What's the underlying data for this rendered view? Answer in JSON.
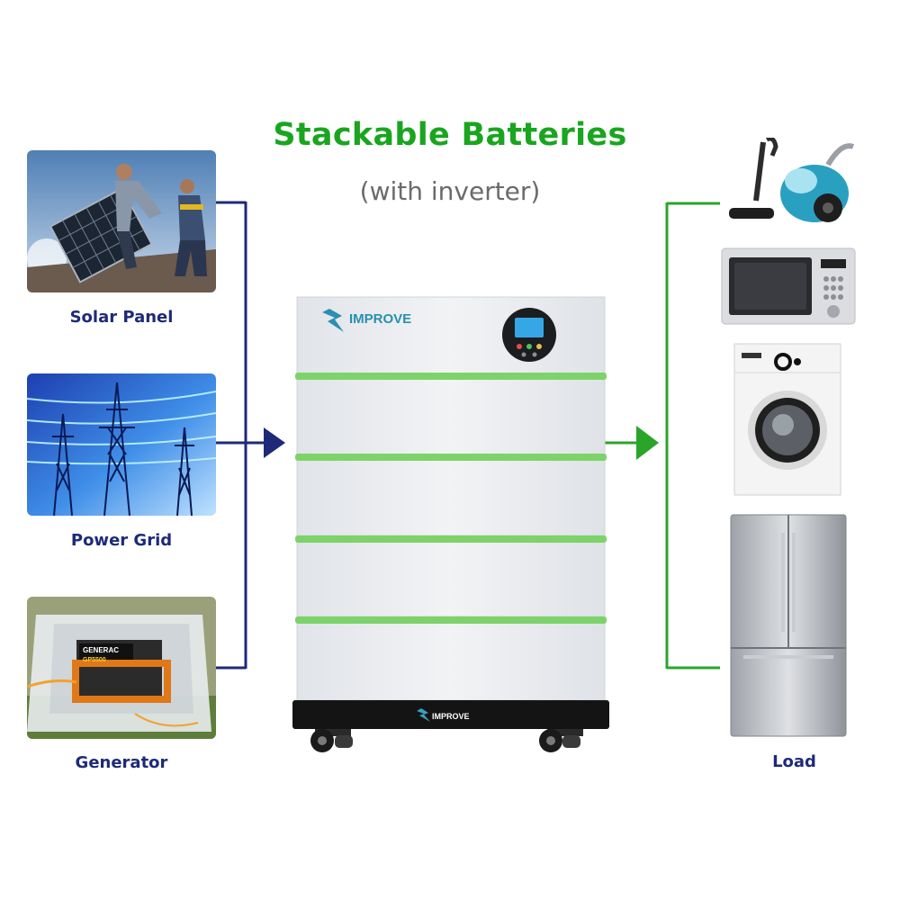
{
  "title": "Stackable Batteries",
  "subtitle": "(with inverter)",
  "sources": [
    {
      "label": "Solar Panel",
      "icon": "solar-panel-photo"
    },
    {
      "label": "Power Grid",
      "icon": "power-grid-photo"
    },
    {
      "label": "Generator",
      "icon": "generator-photo"
    }
  ],
  "battery": {
    "brand": "IMPROVE",
    "base_brand": "IMPROVE",
    "module_count": 4,
    "stripe_color": "#7dd36a"
  },
  "generator_text": {
    "brand": "GENERAC",
    "model": "GP5500"
  },
  "load": {
    "label": "Load",
    "items": [
      "vacuum-cleaner",
      "microwave-oven",
      "washing-machine",
      "refrigerator"
    ]
  },
  "colors": {
    "title": "#1aa51f",
    "input_line": "#1e2a78",
    "output_line": "#2aa52a"
  }
}
